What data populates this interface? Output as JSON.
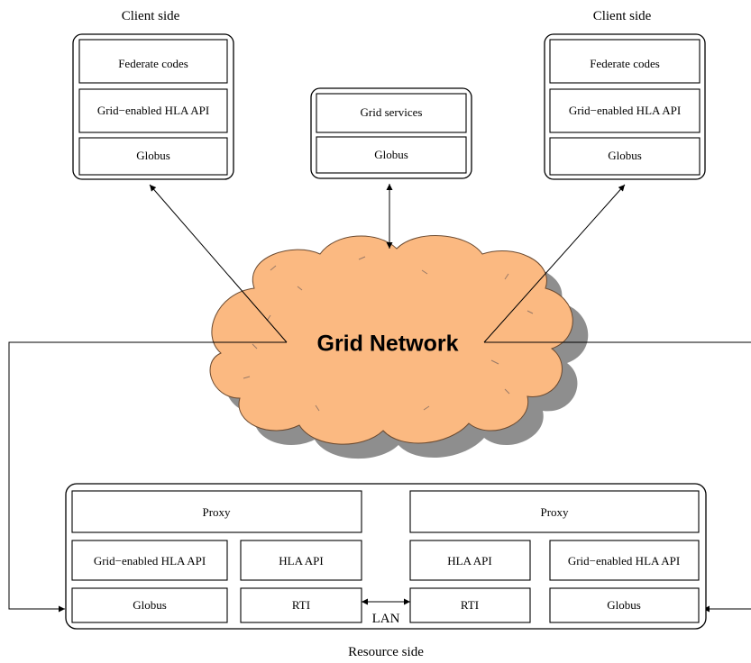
{
  "colors": {
    "cloud_fill": "#fbb981",
    "cloud_shadow": "#8e8e8e",
    "line": "#000000"
  },
  "client_left": {
    "caption": "Client side",
    "layers": [
      "Federate codes",
      "Grid−enabled HLA API",
      "Globus"
    ]
  },
  "grid_services_stack": {
    "layers": [
      "Grid services",
      "Globus"
    ]
  },
  "client_right": {
    "caption": "Client side",
    "layers": [
      "Federate codes",
      "Grid−enabled HLA API",
      "Globus"
    ]
  },
  "cloud": {
    "label": "Grid Network"
  },
  "resource": {
    "caption": "Resource side",
    "left_group": {
      "proxy": "Proxy",
      "grid_api": "Grid−enabled HLA API",
      "hla_api": "HLA API",
      "globus": "Globus",
      "rti": "RTI"
    },
    "right_group": {
      "proxy": "Proxy",
      "hla_api": "HLA API",
      "grid_api": "Grid−enabled HLA API",
      "rti": "RTI",
      "globus": "Globus"
    },
    "lan_label": "LAN"
  }
}
